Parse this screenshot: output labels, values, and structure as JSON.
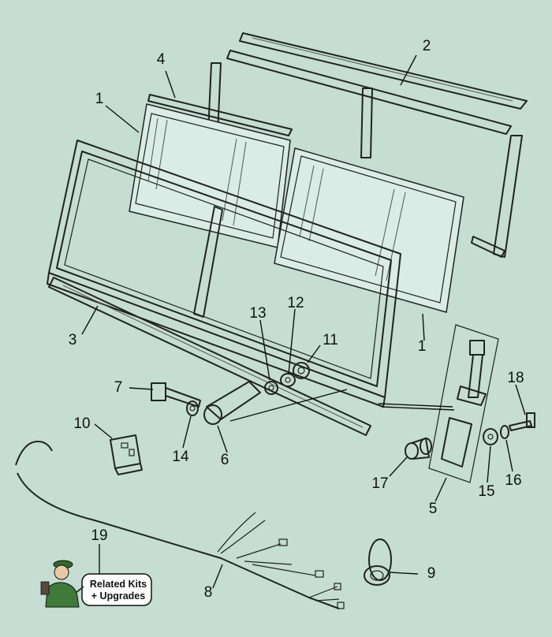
{
  "callouts": [
    {
      "id": "1",
      "label": "1"
    },
    {
      "id": "1b",
      "label": "1"
    },
    {
      "id": "2",
      "label": "2"
    },
    {
      "id": "3",
      "label": "3"
    },
    {
      "id": "4",
      "label": "4"
    },
    {
      "id": "5",
      "label": "5"
    },
    {
      "id": "6",
      "label": "6"
    },
    {
      "id": "7",
      "label": "7"
    },
    {
      "id": "8",
      "label": "8"
    },
    {
      "id": "9",
      "label": "9"
    },
    {
      "id": "10",
      "label": "10"
    },
    {
      "id": "11",
      "label": "11"
    },
    {
      "id": "12",
      "label": "12"
    },
    {
      "id": "13",
      "label": "13"
    },
    {
      "id": "14",
      "label": "14"
    },
    {
      "id": "15",
      "label": "15"
    },
    {
      "id": "16",
      "label": "16"
    },
    {
      "id": "17",
      "label": "17"
    },
    {
      "id": "18",
      "label": "18"
    },
    {
      "id": "19",
      "label": "19"
    }
  ],
  "related_kits": {
    "line1": "Related Kits",
    "line2": "+ Upgrades"
  },
  "colors": {
    "background": "#c5ddd3",
    "ink": "#222222",
    "glass": "#d9ece5",
    "kit_badge": "#ffffff",
    "mechanic_shirt": "#3f7a3a"
  }
}
